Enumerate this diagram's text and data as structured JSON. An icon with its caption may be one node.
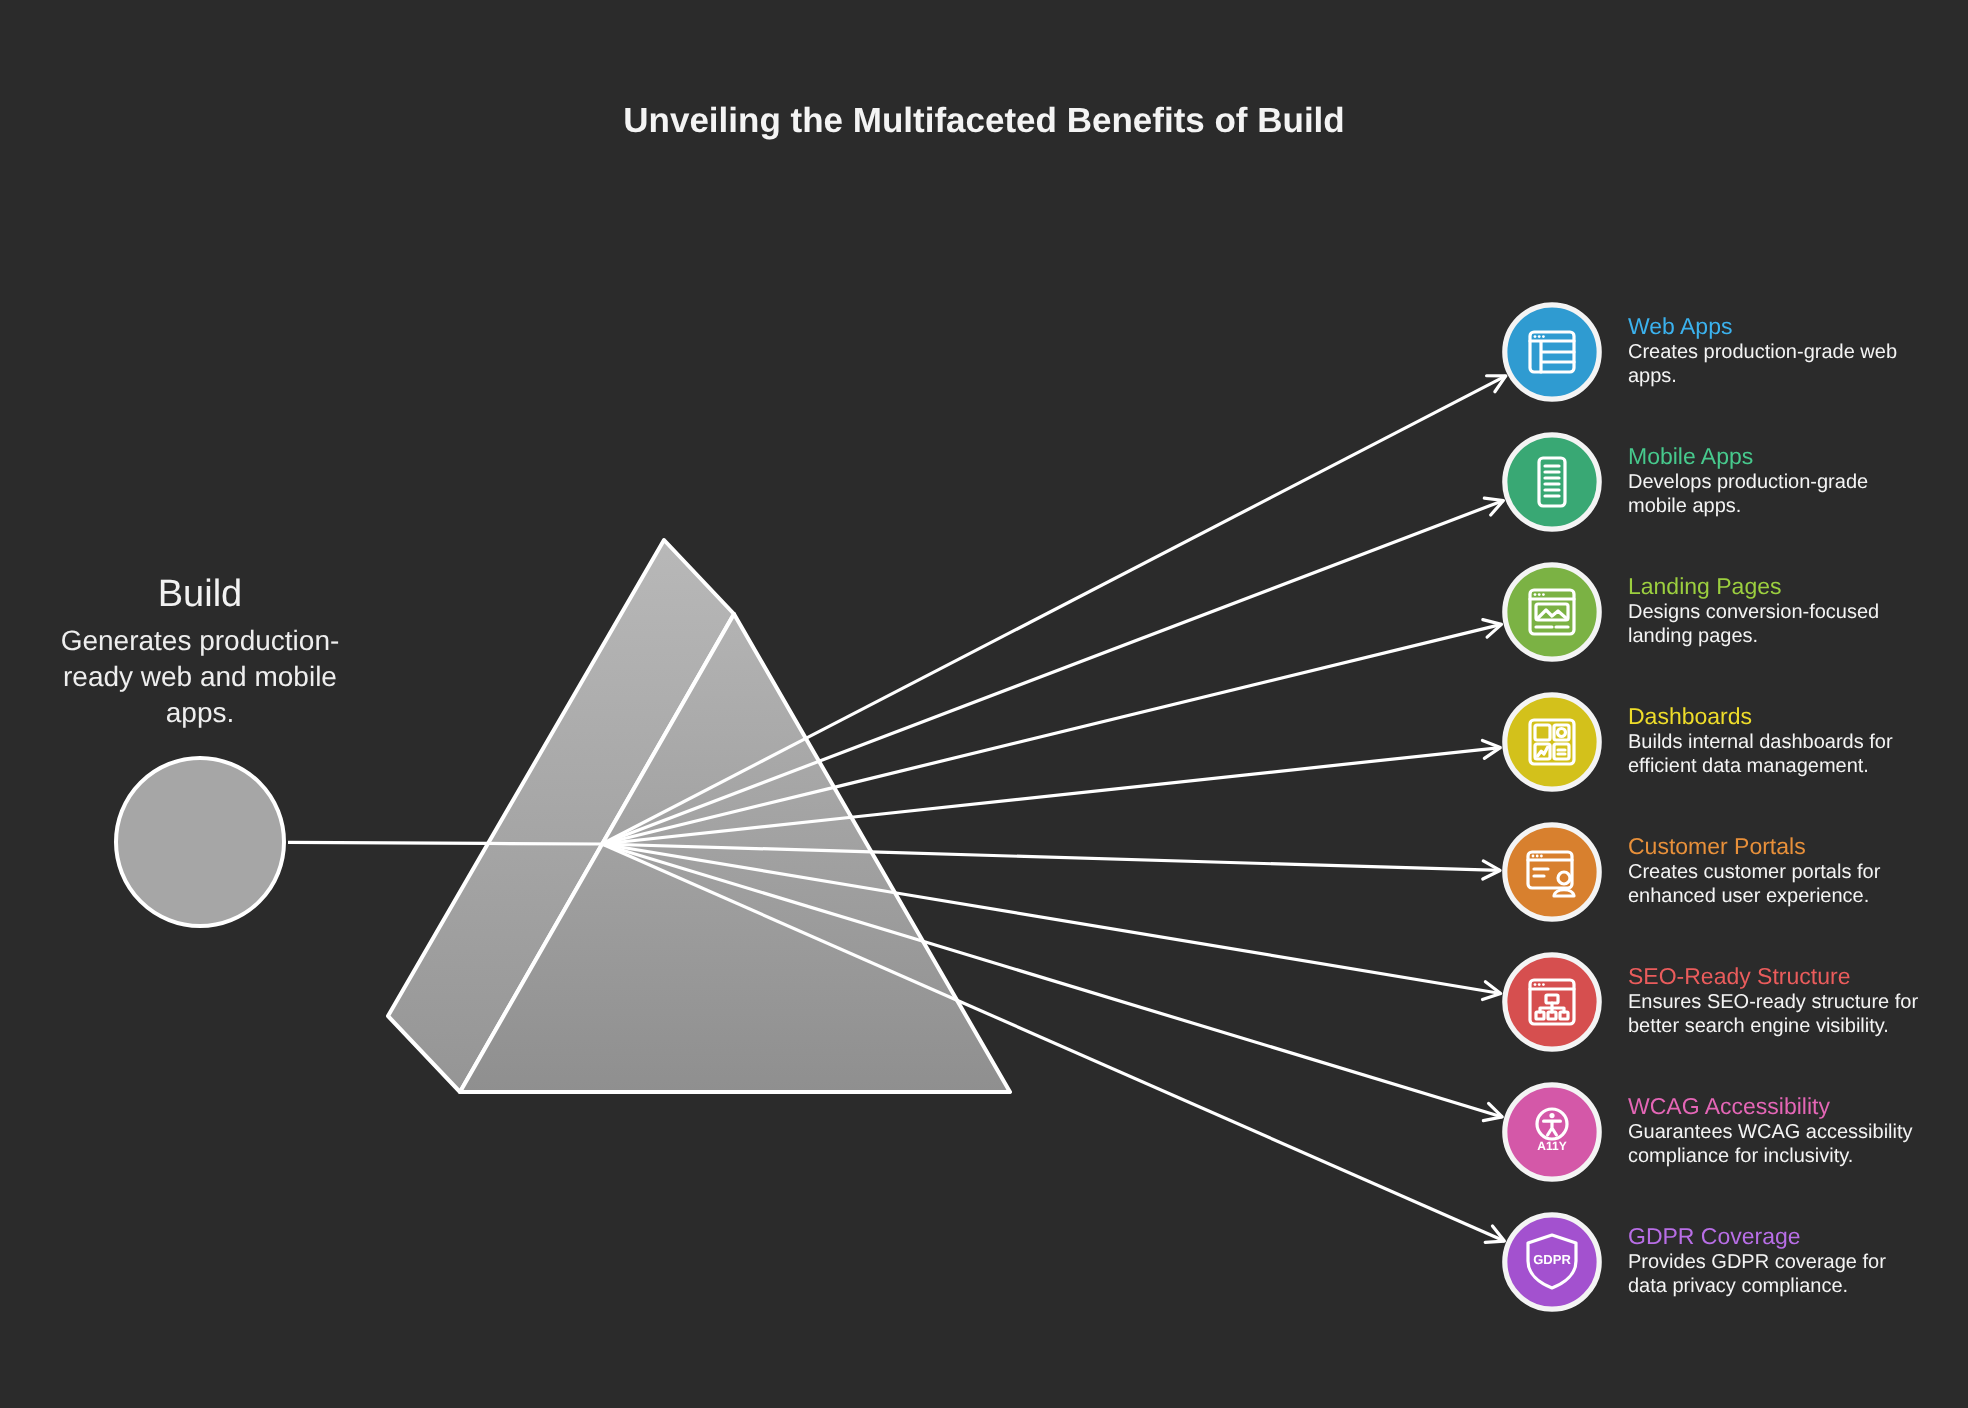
{
  "diagram": {
    "title": "Unveiling the Multifaceted Benefits of Build",
    "nodes": [
      {
        "text": [
          "Build",
          "Generates production-ready web and mobile apps."
        ]
      },
      {
        "text": [],
        "shape": "prism"
      },
      {
        "text": [
          "Web Apps",
          "Creates production-grade web apps."
        ]
      },
      {
        "text": [
          "Mobile Apps",
          "Develops production-grade mobile apps."
        ]
      },
      {
        "text": [
          "Landing Pages",
          "Designs conversion-focused landing pages."
        ]
      },
      {
        "text": [
          "Dashboards",
          "Builds internal dashboards for efficient data management."
        ]
      },
      {
        "text": [
          "Customer Portals",
          "Creates customer portals for enhanced user experience."
        ]
      },
      {
        "text": [
          "SEO-Ready Structure",
          "Ensures SEO-ready structure for better search engine visibility."
        ]
      },
      {
        "text": [
          "WCAG Accessibility",
          "Guarantees WCAG accessibility compliance for inclusivity."
        ]
      },
      {
        "text": [
          "GDPR Coverage",
          "Provides GDPR coverage for data privacy compliance."
        ]
      }
    ],
    "edges": [
      {
        "from": 0,
        "to": 1,
        "arrow": "none"
      },
      {
        "from": 1,
        "to": 2,
        "arrow": "to"
      },
      {
        "from": 1,
        "to": 3,
        "arrow": "to"
      },
      {
        "from": 1,
        "to": 4,
        "arrow": "to"
      },
      {
        "from": 1,
        "to": 5,
        "arrow": "to"
      },
      {
        "from": 1,
        "to": 6,
        "arrow": "to"
      },
      {
        "from": 1,
        "to": 7,
        "arrow": "to"
      },
      {
        "from": 1,
        "to": 8,
        "arrow": "to"
      },
      {
        "from": 1,
        "to": 9,
        "arrow": "to"
      }
    ],
    "labels": [
      "A11Y",
      "GDPR"
    ]
  }
}
